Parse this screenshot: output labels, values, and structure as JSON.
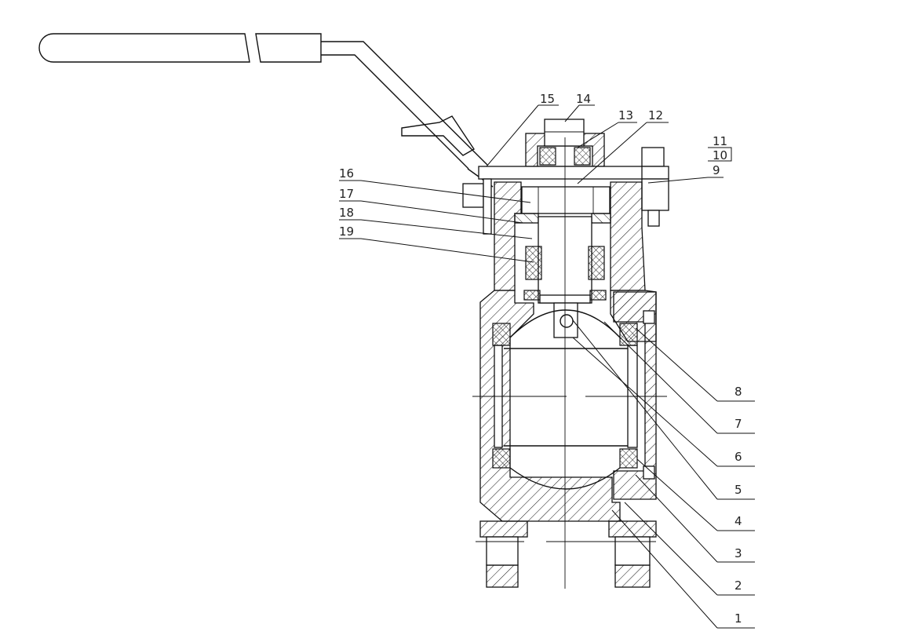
{
  "parts": [
    {
      "id": "p1",
      "label": "1"
    },
    {
      "id": "p2",
      "label": "2"
    },
    {
      "id": "p3",
      "label": "3"
    },
    {
      "id": "p4",
      "label": "4"
    },
    {
      "id": "p5",
      "label": "5"
    },
    {
      "id": "p6",
      "label": "6"
    },
    {
      "id": "p7",
      "label": "7"
    },
    {
      "id": "p8",
      "label": "8"
    },
    {
      "id": "p9",
      "label": "9"
    },
    {
      "id": "p10",
      "label": "10"
    },
    {
      "id": "p11",
      "label": "11"
    },
    {
      "id": "p12",
      "label": "12"
    },
    {
      "id": "p13",
      "label": "13"
    },
    {
      "id": "p14",
      "label": "14"
    },
    {
      "id": "p15",
      "label": "15"
    },
    {
      "id": "p16",
      "label": "16"
    },
    {
      "id": "p17",
      "label": "17"
    },
    {
      "id": "p18",
      "label": "18"
    },
    {
      "id": "p19",
      "label": "19"
    }
  ]
}
